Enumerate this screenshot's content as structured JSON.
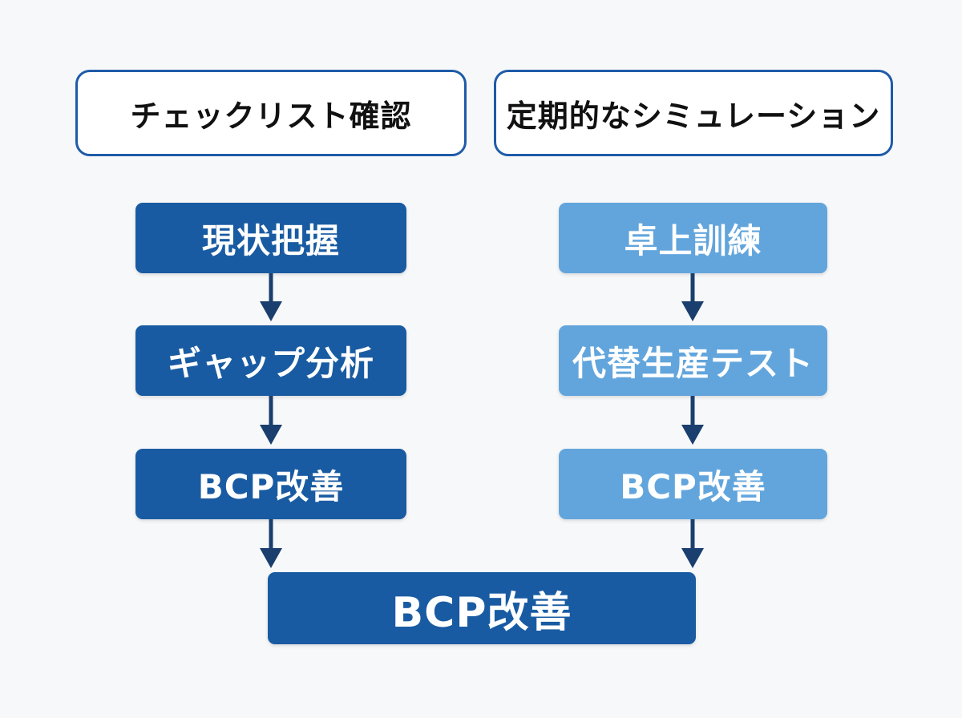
{
  "headers": {
    "left": "チェックリスト確認",
    "right": "定期的なシミュレーション"
  },
  "left_steps": [
    "現状把握",
    "ギャップ分析",
    "BCP改善"
  ],
  "right_steps": [
    "卓上訓練",
    "代替生産テスト",
    "BCP改善"
  ],
  "final_step": "BCP改善",
  "colors": {
    "header_border": "#1f5ba8",
    "left_step_fill": "#195ba2",
    "right_step_fill": "#62a5dc",
    "final_fill": "#195ba2",
    "arrow": "#1a3f6e"
  }
}
